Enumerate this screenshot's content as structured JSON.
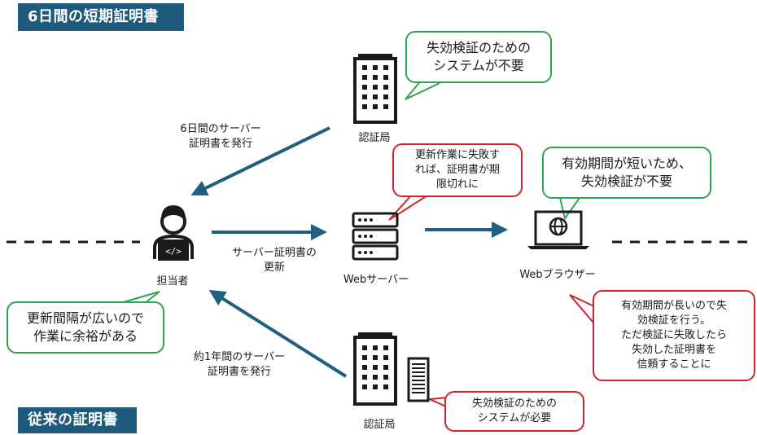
{
  "headers": {
    "short_term": "6日間の短期証明書",
    "conventional": "従来の証明書"
  },
  "nodes": {
    "ca_top": "認証局",
    "ca_bottom": "認証局",
    "operator": "担当者",
    "web_server": "Webサーバー",
    "web_browser": "Webブラウザー"
  },
  "arrow_labels": {
    "issue_6day": "6日間のサーバー\n証明書を発行",
    "renew": "サーバー証明書の\n更新",
    "issue_1year": "約1年間のサーバー\n証明書を発行"
  },
  "bubbles": {
    "no_revocation_system": "失効検証のための\nシステムが不要",
    "renew_fail": "更新作業に失敗す\nれば、証明書が期\n限切れに",
    "short_validity": "有効期間が短いため、\n失効検証が不要",
    "renew_slack": "更新間隔が広いので\n作業に余裕がある",
    "long_validity": "有効期間が長いので失\n効検証を行う。\nただ検証に失敗したら\n失効した証明書を\n信頼することに",
    "revocation_system_needed": "失効検証のための\nシステムが必要"
  },
  "colors": {
    "header_bg": "#1e5a7b",
    "arrow": "#1f5f80",
    "bubble_green": "#2ea44f",
    "bubble_red": "#d1232a",
    "icon": "#1a1a1a"
  },
  "icons": {
    "ca_top": "office-building-icon",
    "ca_bottom": "office-building-icon",
    "ca_bottom_server": "server-rack-icon",
    "operator": "person-laptop-icon",
    "web_server": "server-stack-icon",
    "web_browser": "laptop-globe-icon"
  }
}
